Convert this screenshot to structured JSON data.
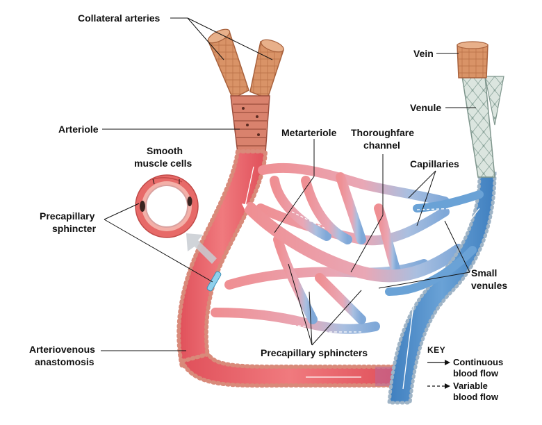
{
  "labels": {
    "collateral_arteries": "Collateral arteries",
    "arteriole": "Arteriole",
    "smooth_muscle_line1": "Smooth",
    "smooth_muscle_line2": "muscle cells",
    "precap_sphincter_line1": "Precapillary",
    "precap_sphincter_line2": "sphincter",
    "arteriovenous_line1": "Arteriovenous",
    "arteriovenous_line2": "anastomosis",
    "metarteriole": "Metarteriole",
    "thoroughfare_line1": "Thoroughfare",
    "thoroughfare_line2": "channel",
    "capillaries": "Capillaries",
    "vein": "Vein",
    "venule": "Venule",
    "small_venules_line1": "Small",
    "small_venules_line2": "venules",
    "precapillary_sphincters": "Precapillary sphincters"
  },
  "key": {
    "title": "KEY",
    "continuous_line1": "Continuous",
    "continuous_line2": "blood flow",
    "variable_line1": "Variable",
    "variable_line2": "blood flow"
  },
  "colors": {
    "artery": "#e8636a",
    "artery_light": "#f4a3a3",
    "vein_blue": "#4f8fc8",
    "vessel_wall": "#d98a7a",
    "collateral": "#d9956b",
    "venule_wall": "#c9d6d0",
    "text": "#111111"
  }
}
